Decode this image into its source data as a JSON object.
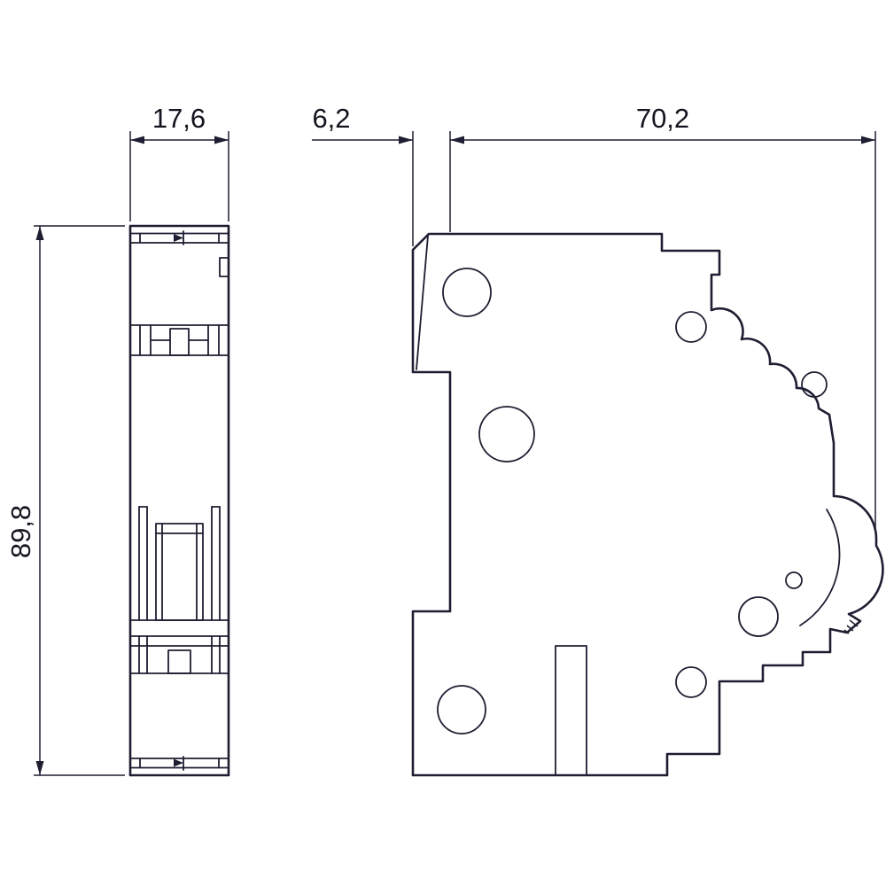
{
  "dimensions": {
    "width": {
      "label": "17,6"
    },
    "height": {
      "label": "89,8"
    },
    "front_depth": {
      "label": "6,2"
    },
    "body_depth": {
      "label": "70,2"
    }
  },
  "colors": {
    "line": "#1e1e32",
    "text": "#14141f",
    "background": "#ffffff"
  }
}
